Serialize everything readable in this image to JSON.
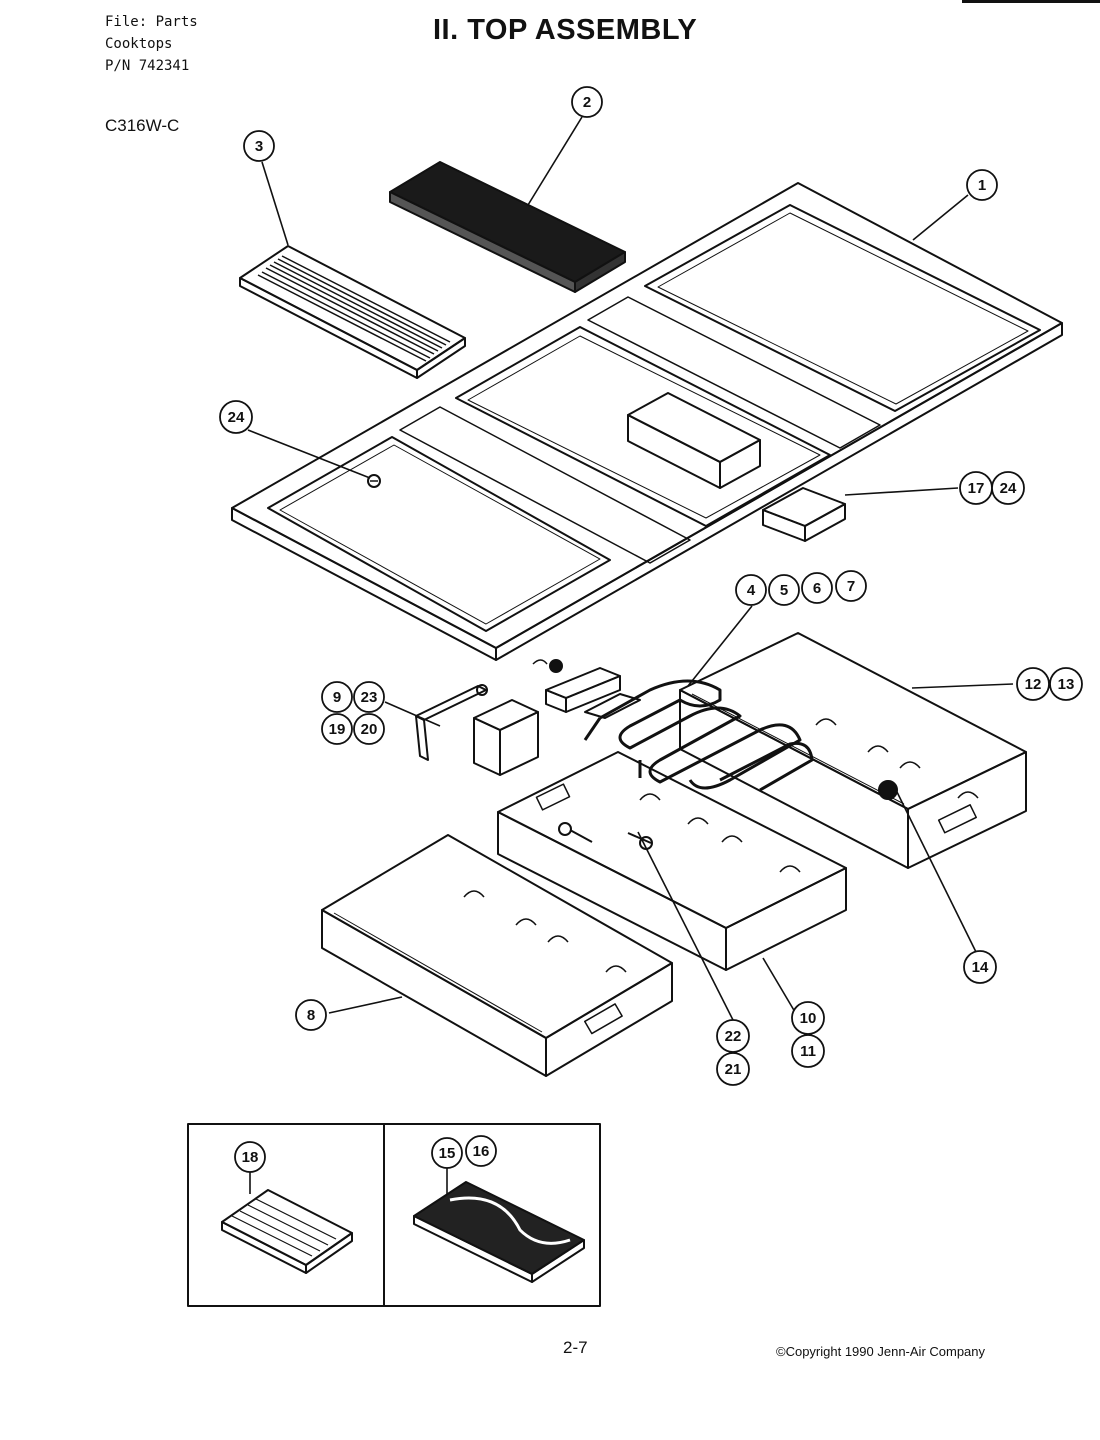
{
  "header": {
    "file_line": "File: Parts",
    "category_line": "Cooktops",
    "part_number_line": "P/N 742341"
  },
  "title": "II. TOP ASSEMBLY",
  "model": "C316W-C",
  "callouts": {
    "c1": "1",
    "c2": "2",
    "c3": "3",
    "c4": "4",
    "c5": "5",
    "c6": "6",
    "c7": "7",
    "c8": "8",
    "c9": "9",
    "c10": "10",
    "c11": "11",
    "c12": "12",
    "c13": "13",
    "c14": "14",
    "c15": "15",
    "c16": "16",
    "c17": "17",
    "c18": "18",
    "c19": "19",
    "c20": "20",
    "c21": "21",
    "c22": "22",
    "c23": "23",
    "c24a": "24",
    "c24b": "24"
  },
  "footer": {
    "page": "2-7",
    "copyright": "©Copyright 1990 Jenn-Air Company"
  }
}
